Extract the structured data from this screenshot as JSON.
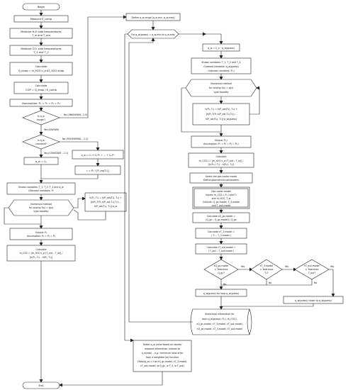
{
  "flow": {
    "begin": "Begin",
    "end": "End",
    "left": {
      "measure_ecomp": "Measure Ė_comp",
      "measure_h2o": [
        "Measure H₂O side temperatures",
        "T_w and T_out"
      ],
      "measure_co2": [
        "Measure CO₂ side temperatures",
        "T_1 and T_2"
      ],
      "calc_q": [
        "Calculate",
        "Q_evap = ṁ_H2O·c_p·ΔT_H2O,evap"
      ],
      "calc_cop": [
        "Calculate",
        "COP = Q_evap / Ė_comp"
      ],
      "assumption1": "Assumption: P₁ = P₂ = P₃ = P₄",
      "q_known": [
        "Is q_w",
        "known?"
      ],
      "no_unknown": "No (UNKNOWN - 2.5)",
      "yes_known": "Yes (KNOWN)",
      "q_constant": [
        "Is q_w",
        "constant?"
      ],
      "no_polynomial": "No (POLYNOMIAL - 2.2)",
      "yes_constant": "Yes (CONSTANT - 2.1)",
      "qw_c0": "q_w = C₀",
      "poly": "q_w = C₀ + C₁·P₁ + ... + Cₙ·Pⁿ",
      "r_eq": "r = P₂ / [P_eq(T₂)]",
      "known_vars": [
        "Known variables: T_1, T_2, T_4 and q_w",
        "Unknown variables: P₂"
      ],
      "numerical": [
        "Numerical method",
        "for solving f(x) = g(x)",
        "type equality"
      ],
      "eq_box": [
        "h(P₂, T₂) = h(P_sat(T₄), T₄) +",
        "[h(P₂,T(P₂,h(P_sat,T₄),T₂)) –",
        "h(P_sat(T₄), T₂)]·q_w"
      ],
      "output": [
        "Output: P₂",
        "Assumption: P₁ = P₂ = P₃"
      ],
      "calc_m": [
        "Calculate",
        "ṁ_CO2 = [ṁ_H2O·c_p·(T_out – T_w)] /",
        "[h(P₂, T₂) – h(P₂, T₃)]"
      ]
    },
    "right": {
      "define_range": "Define q_w range [q_w,min, q_w,max]",
      "for_loop": "For q_w(guess) = q_w,min to q_w,max",
      "qw_cn": "q_w = C_n · q_w(guess)",
      "known_vars": [
        "Known variables: T_1, T_2 and T_4",
        "Guessed variables: q_w(guess)",
        "Unknown variables: P₂,i"
      ],
      "numerical": [
        "Numerical method",
        "for solving f(x) = g(x)",
        "type equality"
      ],
      "eq_box": [
        "h(P₂, T₂) = h(P_sat(T₄), T₄) +",
        "[h(P₂,T(P₂,h(P_sat,T₄),T₂)) –",
        "h(P_sat(T₄), T₂)]·q_w(guess)"
      ],
      "output": [
        "Output: P₂,i",
        "Assumption: P₁ = P₂ = P₃ = P₂,i"
      ],
      "calc_m": [
        "Calculate",
        "ṁ_CO2,i = [ṁ_H2O·c_p·(T_out – T_w)] /",
        "[h(P₂,i, T₂) – h(P₂,i, T₃)]"
      ],
      "select_model": [
        "Select the gas cooler model",
        "Define geometrical parameters"
      ],
      "gc_model": [
        "Gas cooler model",
        "Inputs: ṁ_CO2,i, P₂,i and T₂",
        "and ṁ_H2O, T_w",
        "Outputs: Q_gc,model, T_3,model",
        "and T_out,model"
      ],
      "calc_eq": [
        "Calculate εQ_gc,model =",
        "(Q_gc – Q_gc,model) / Q_gc"
      ],
      "calc_et3": [
        "Calculate εT_3,model =",
        "| T₃ – T_3,model |"
      ],
      "calc_etout": [
        "Calculate εT_out,model =",
        "| T_out – T_out,model |"
      ],
      "d1": [
        "εQ_gc,model",
        "< Tolerance",
        "Q_gc?"
      ],
      "d2": [
        "εT_3,model",
        "< Tolerance",
        "T₃?"
      ],
      "d3": [
        "εT_out,model",
        "< Tolerance",
        "T_out?"
      ],
      "yes": "Yes",
      "no": "No",
      "next_left": "q_w(guess) for loop q_w(guess)",
      "next_right": "q_w(guess) closer to q_w(guess)",
      "store": [
        "Store/map information for",
        "each q_w(guess): P₂,i, ṁ_CO2,i,",
        "εQ_gc,model, εT_3,model, εT_out,model,",
        "εQ_gc,model, εT_3,model, εT_out,model"
      ],
      "select_final": [
        "Select q_w value based on stored/",
        "mapped information (closest to",
        "q_w(real) – e.g.: minimum total error",
        "from a weighted (w) function",
        "εTotal(q_w) = f(w·εQ_gc,model, εT_3,model,",
        "εT_out,model, w·Q_gc, w·T_3, w·T_out)"
      ]
    }
  }
}
